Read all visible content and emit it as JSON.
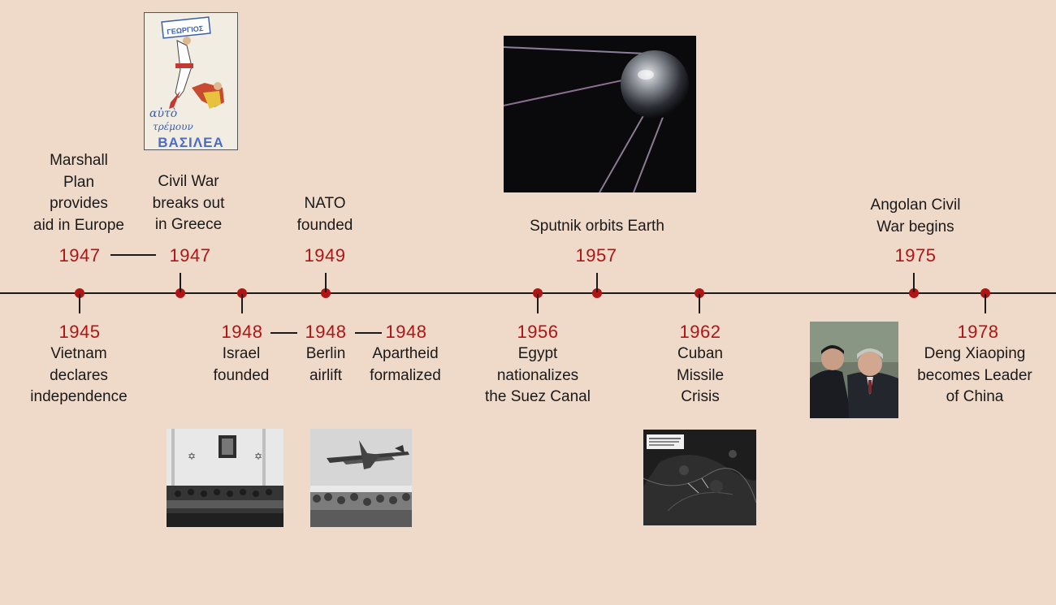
{
  "events": {
    "vietnam": {
      "year": "1945",
      "label": "Vietnam\ndeclares\nindependence"
    },
    "marshall": {
      "year": "1947",
      "label": "Marshall\nPlan\nprovides\naid in Europe"
    },
    "greece": {
      "year": "1947",
      "label": "Civil War\nbreaks out\nin Greece"
    },
    "israel": {
      "year": "1948",
      "label": "Israel\nfounded"
    },
    "berlin": {
      "year": "1948",
      "label": "Berlin\nairlift"
    },
    "apartheid": {
      "year": "1948",
      "label": "Apartheid\nformalized"
    },
    "nato": {
      "year": "1949",
      "label": "NATO\nfounded"
    },
    "suez": {
      "year": "1956",
      "label": "Egypt\nnationalizes\nthe Suez Canal"
    },
    "sputnik": {
      "year": "1957",
      "label": "Sputnik orbits Earth"
    },
    "cuba": {
      "year": "1962",
      "label": "Cuban\nMissile\nCrisis"
    },
    "angola": {
      "year": "1975",
      "label": "Angolan Civil\nWar begins"
    },
    "deng": {
      "year": "1978",
      "label": "Deng Xiaoping\nbecomes Leader\nof China"
    }
  },
  "images": {
    "greek_poster": {
      "top_text": "ΓΕΩΡΓΙΟΣ",
      "word1": "αὐτὸ",
      "word2": "τρέμουν",
      "bottom": "ΒΑΣΙΛΕΑ"
    },
    "cuba_photo": {
      "caption": ""
    }
  },
  "colors": {
    "background": "#efd9c9",
    "accent": "#b01414",
    "line": "#1a1a1a"
  }
}
